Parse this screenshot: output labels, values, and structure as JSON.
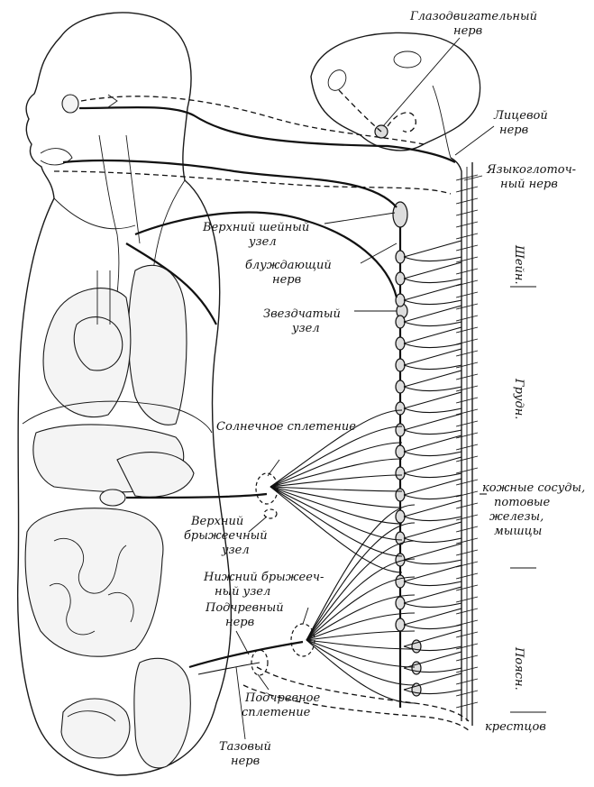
{
  "labels": {
    "oculomotor_nerve": [
      "Глазодвигательный",
      "нерв"
    ],
    "facial_nerve": [
      "Лицевой",
      "нерв"
    ],
    "glossopharyngeal_nerve": [
      "Языкоглоточ-",
      "ный нерв"
    ],
    "superior_cervical_ganglion": [
      "Верхний шейный",
      "узел"
    ],
    "vagus_nerve": [
      "блуждающий",
      "нерв"
    ],
    "stellate_ganglion": [
      "Звездчатый",
      "узел"
    ],
    "solar_plexus": "Солнечное сплетение",
    "superior_mesenteric_ganglion": [
      "Верхний",
      "брыжеечный",
      "узел"
    ],
    "inferior_mesenteric_ganglion": [
      "Нижний брыжееч-",
      "ный узел"
    ],
    "hypogastric_nerve": [
      "Подчревный",
      "нерв"
    ],
    "hypogastric_plexus": [
      "Подчревное",
      "сплетение"
    ],
    "pelvic_nerve": [
      "Тазовый",
      "нерв"
    ],
    "targets": [
      "кожные сосуды,",
      "потовые",
      "железы,",
      "мышцы"
    ]
  },
  "spinal_regions": {
    "cervical": "Шейн.",
    "thoracic": "Грудн.",
    "lumbar": "Поясн.",
    "sacral": "крестцов"
  }
}
